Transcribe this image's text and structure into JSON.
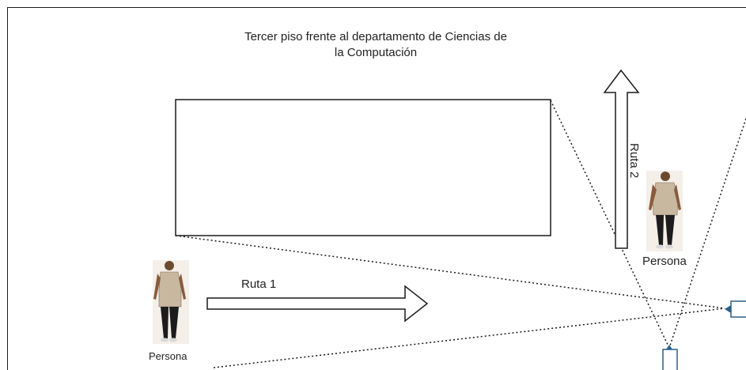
{
  "title": {
    "line1": "Tercer piso frente al departamento de Ciencias de",
    "line2": "la Computación"
  },
  "routes": {
    "route1": "Ruta 1",
    "route2": "Ruta 2"
  },
  "persons": {
    "left_label": "Persona",
    "right_label": "Persona"
  },
  "colors": {
    "line": "#1a1a1a",
    "camera": "#2b5f86",
    "shirt": "#c9b8a0",
    "pants": "#1c1c1c",
    "skin": "#8a5a3c"
  },
  "icons": {
    "camera_right": "security-camera-icon",
    "camera_bottom": "security-camera-icon"
  }
}
